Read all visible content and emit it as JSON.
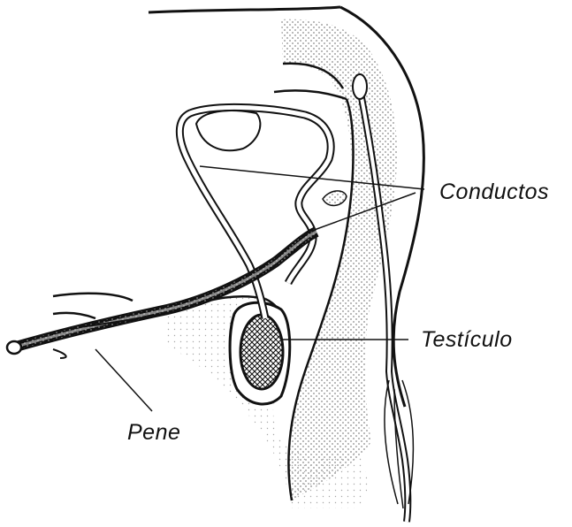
{
  "diagram": {
    "labels": {
      "conductos": "Conductos",
      "testiculo": "Testículo",
      "pene": "Pene"
    },
    "colors": {
      "ink": "#111111",
      "stipple": "#9a9a9a",
      "background": "#ffffff"
    }
  }
}
